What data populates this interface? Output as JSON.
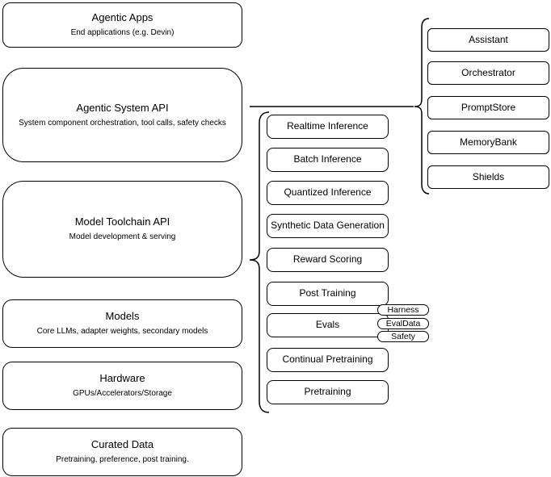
{
  "diagram": {
    "layers": [
      {
        "title": "Agentic Apps",
        "subtitle": "End applications (e.g. Devin)"
      },
      {
        "title": "Agentic System API",
        "subtitle": "System component orchestration, tool calls, safety checks"
      },
      {
        "title": "Model Toolchain API",
        "subtitle": "Model development & serving"
      },
      {
        "title": "Models",
        "subtitle": "Core LLMs, adapter weights, secondary models"
      },
      {
        "title": "Hardware",
        "subtitle": "GPUs/Accelerators/Storage"
      },
      {
        "title": "Curated Data",
        "subtitle": "Pretraining, preference, post training."
      }
    ],
    "toolchain_components": [
      "Realtime Inference",
      "Batch Inference",
      "Quantized Inference",
      "Synthetic Data Generation",
      "Reward Scoring",
      "Post Training",
      "Evals",
      "Continual Pretraining",
      "Pretraining"
    ],
    "eval_tags": [
      "Harness",
      "EvalData",
      "Safety"
    ],
    "system_components": [
      "Assistant",
      "Orchestrator",
      "PromptStore",
      "MemoryBank",
      "Shields"
    ],
    "colors": {
      "stroke": "#000000",
      "fill": "#ffffff",
      "text": "#000000"
    }
  }
}
